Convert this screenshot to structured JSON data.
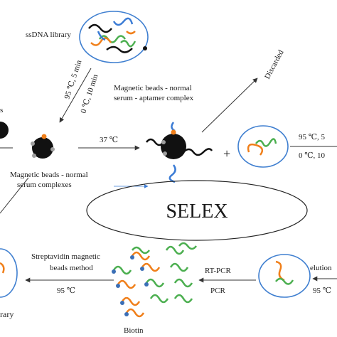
{
  "labels": {
    "library_top": "ssDNA library",
    "denature_left_a": "95 ℃, 5 min",
    "denature_left_b": "0 ℃, 10 min",
    "discarded": "Discarded",
    "complex_top_a": "Magnetic beads - normal",
    "complex_top_b": "serum - aptamer complex",
    "temp_37": "37 ℃",
    "heat_right_a": "95 ℃, 5",
    "heat_right_b": "0 ℃, 10",
    "bead_serum_a": "Magnetic beads - normal",
    "bead_serum_b": "serum complexes",
    "selex": "SELEX",
    "strep_a": "Streptavidin magnetic",
    "strep_b": "beads method",
    "temp_95_bottom": "95 ℃",
    "rtpcr": "RT-PCR",
    "pcr": "PCR",
    "elution": "elution",
    "temp_95_right": "95 ℃",
    "biotin": "Biotin",
    "library_bottom": "rary",
    "edge_left": "s"
  },
  "colors": {
    "strand_green": "#4caf50",
    "strand_orange": "#f07f1a",
    "strand_blue": "#3a7bd5",
    "strand_black": "#111111",
    "bead": "#111111",
    "bead_spot": "#9e9e9e",
    "biotin_dot": "#3b6fb6",
    "circle_stroke": "#3f7fd0"
  }
}
